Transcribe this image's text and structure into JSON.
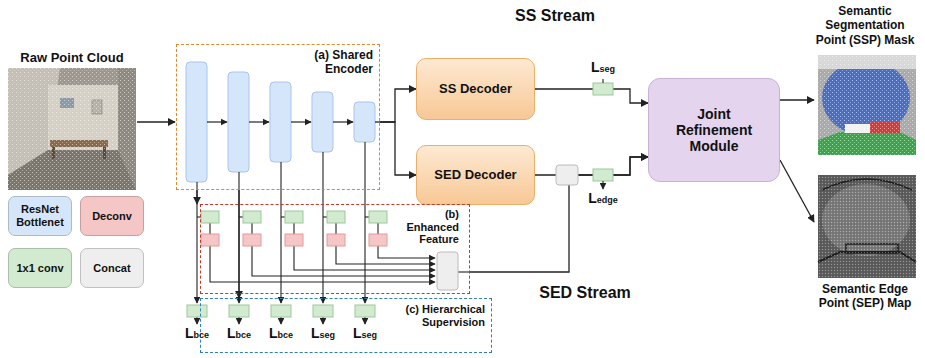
{
  "diagram": {
    "nodes": [
      {
        "text": [
          "(a) Shared Encoder"
        ]
      },
      {
        "text": [
          "SS Decoder"
        ]
      },
      {
        "text": [
          "SED Decoder"
        ]
      },
      {
        "text": [
          "Joint Refinement Module"
        ]
      },
      {
        "text": [
          "(b) Enhanced Feature"
        ]
      },
      {
        "text": [
          "(c) Hierarchical Supervision"
        ]
      }
    ],
    "edges": [
      {
        "from": 0,
        "to": 1,
        "arrow": "to"
      },
      {
        "from": 0,
        "to": 2,
        "arrow": "to"
      },
      {
        "from": 0,
        "to": 4,
        "arrow": "to"
      },
      {
        "from": 0,
        "to": 5,
        "arrow": "to"
      },
      {
        "from": 1,
        "to": 3,
        "arrow": "to"
      },
      {
        "from": 2,
        "to": 3,
        "arrow": "to"
      },
      {
        "from": 4,
        "to": 3,
        "arrow": "to"
      }
    ],
    "labels": [
      "Raw Point Cloud",
      "SS Stream",
      "Lseg",
      "Ledge",
      "Lbce",
      "Lbce",
      "Lbce",
      "Lseg",
      "Lseg",
      "SED Stream",
      "Semantic Segmentation Point (SSP) Mask",
      "Semantic Edge Point (SEP) Map"
    ],
    "legend": [
      {
        "text": "ResNet Bottlenet",
        "color": "#d6e6fa"
      },
      {
        "text": "Deconv",
        "color": "#f5c6c6"
      },
      {
        "text": "1x1 conv",
        "color": "#d2ebd0"
      },
      {
        "text": "Concat",
        "color": "#eeeeee"
      }
    ]
  }
}
